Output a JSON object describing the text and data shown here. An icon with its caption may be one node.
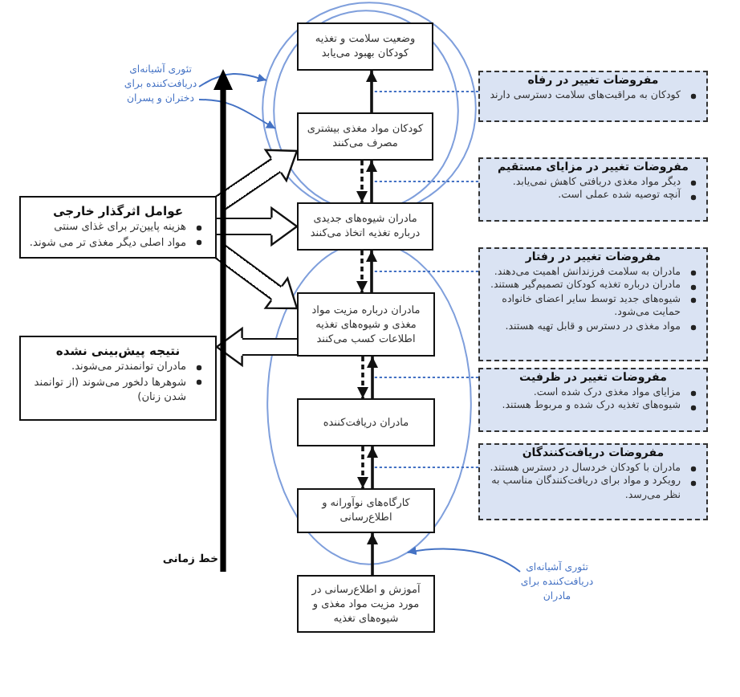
{
  "diagram": {
    "nodes": [
      {
        "text": [],
        "shape": "ellipse"
      },
      {
        "text": [],
        "shape": "ellipse",
        "in": 0
      },
      {
        "text": [
          "وضعیت سلامت و تغذیه کودکان بهبود می‌یابد"
        ],
        "in": 1
      },
      {
        "text": [
          "کودکان مواد مغذی بیشتری مصرف می‌کنند"
        ],
        "in": 1
      },
      {
        "text": [],
        "shape": "ellipse"
      },
      {
        "text": [
          "مادران شیوه‌های جدیدی درباره تغذیه اتخاذ می‌کنند"
        ]
      },
      {
        "text": [
          "مادران درباره مزیت مواد مغذی و شیوه‌های تغذیه اطلاعات کسب می‌کنند"
        ],
        "in": 4
      },
      {
        "text": [
          "مادران دریافت‌کننده"
        ],
        "in": 4
      },
      {
        "text": [
          "کارگاه‌های نوآورانه و اطلاع‌رسانی"
        ],
        "in": 4
      },
      {
        "text": [
          "آموزش و اطلاع‌رسانی در مورد مزیت مواد مغذی و شیوه‌های تغذیه"
        ]
      },
      {
        "text": [
          "مفروضات تغییر در رفاه",
          "کودکان به مراقبت‌های سلامت دسترسی دارند"
        ]
      },
      {
        "text": [
          "مفروضات تغییر در مزایای مستقیم",
          "دیگر مواد مغذی دریافتی کاهش نمی‌یابد.",
          "آنچه توصیه شده عملی است."
        ]
      },
      {
        "text": [
          "مفروضات تغییر در رفتار",
          "مادران به سلامت فرزندانش اهمیت می‌دهند.",
          "مادران درباره تغذیه کودکان تصمیم‌گیر هستند.",
          "شیوه‌های جدید توسط سایر اعضای خانواده حمایت می‌شود.",
          "مواد مغذی در دسترس و قابل تهیه هستند."
        ]
      },
      {
        "text": [
          "مفروضات تغییر در ظرفیت",
          "مزایای مواد مغذی درک شده است.",
          "شیوه‌های تغذیه درک شده و مربوط هستند."
        ]
      },
      {
        "text": [
          "مفروضات دریافت‌کنندگان",
          "مادران با کودکان خردسال در دسترس هستند.",
          "رویکرد و مواد برای دریافت‌کنندگان مناسب به نظر می‌رسد."
        ]
      },
      {
        "text": [
          "عوامل اثرگذار خارجی",
          "هزینه پایین‌تر برای غذای سنتی",
          "مواد اصلی دیگر مغذی تر می شوند."
        ]
      },
      {
        "text": [
          "نتیجه پیش‌بینی نشده",
          "مادران توانمندتر می‌شوند.",
          "شوهرها دلخور می‌شوند (از توانمند شدن زنان)"
        ]
      },
      {
        "text": [
          "تئوری آشیانه‌ای دریافت‌کننده برای دختران و پسران"
        ]
      },
      {
        "text": [
          "تئوری آشیانه‌ای دریافت‌کننده برای مادران"
        ]
      }
    ],
    "edges": [
      {
        "from": 3,
        "to": 2,
        "arrow": "to"
      },
      {
        "from": 5,
        "to": 3,
        "arrow": "to"
      },
      {
        "from": 3,
        "to": 5,
        "arrow": "to",
        "style": "dashed"
      },
      {
        "from": 6,
        "to": 5,
        "arrow": "to"
      },
      {
        "from": 5,
        "to": 6,
        "arrow": "to",
        "style": "dashed"
      },
      {
        "from": 7,
        "to": 6,
        "arrow": "to"
      },
      {
        "from": 6,
        "to": 7,
        "arrow": "to",
        "style": "dashed"
      },
      {
        "from": 8,
        "to": 7,
        "arrow": "to"
      },
      {
        "from": 7,
        "to": 8,
        "arrow": "to",
        "style": "dashed"
      },
      {
        "from": 9,
        "to": 8,
        "arrow": "to"
      },
      {
        "from": 10,
        "to": null,
        "arrow": "none",
        "style": "dashed",
        "color": "#4472c4"
      },
      {
        "from": 11,
        "to": null,
        "arrow": "none",
        "style": "dashed",
        "color": "#4472c4"
      },
      {
        "from": 12,
        "to": null,
        "arrow": "none",
        "style": "dashed",
        "color": "#4472c4"
      },
      {
        "from": 13,
        "to": null,
        "arrow": "none",
        "style": "dashed",
        "color": "#4472c4"
      },
      {
        "from": 14,
        "to": null,
        "arrow": "none",
        "style": "dashed",
        "color": "#4472c4"
      },
      {
        "from": 15,
        "to": 3,
        "arrow": "to",
        "style": "thick"
      },
      {
        "from": 15,
        "to": 5,
        "arrow": "to",
        "style": "thick"
      },
      {
        "from": 15,
        "to": 6,
        "arrow": "to",
        "style": "thick"
      },
      {
        "from": 6,
        "to": 16,
        "arrow": "to",
        "style": "thick"
      },
      {
        "from": 17,
        "to": 0,
        "arrow": "to",
        "color": "#4472c4"
      },
      {
        "from": 17,
        "to": 1,
        "arrow": "to",
        "color": "#4472c4"
      },
      {
        "from": 18,
        "to": 4,
        "arrow": "to",
        "color": "#4472c4"
      }
    ],
    "labels": [
      "خط زمانی"
    ]
  }
}
